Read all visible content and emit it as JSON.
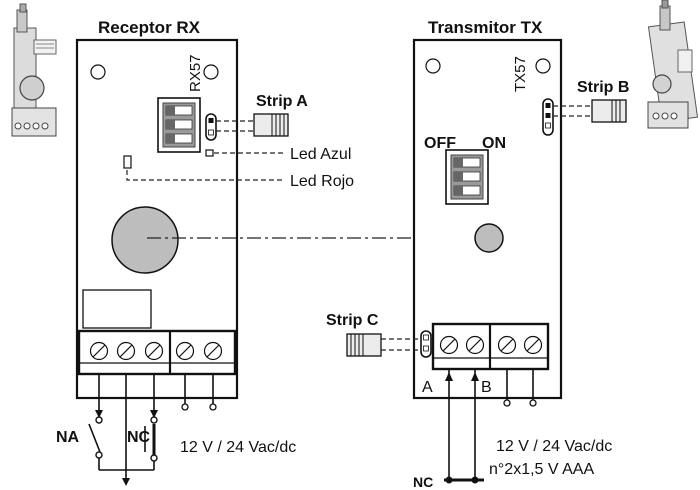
{
  "receiver": {
    "title": "Receptor RX",
    "model": "RX57",
    "led_blue": "Led Azul",
    "led_red": "Led Rojo",
    "contact_na": "NA",
    "contact_nc": "NC",
    "supply": "12 V / 24 Vac/dc"
  },
  "transmitter": {
    "title": "Transmitor TX",
    "model": "TX57",
    "switch_off": "OFF",
    "switch_on": "ON",
    "terminal_a": "A",
    "terminal_b": "B",
    "supply": "12 V / 24 Vac/dc",
    "battery": "n°2x1,5 V AAA",
    "contact_nc": "NC"
  },
  "strips": {
    "a": "Strip A",
    "b": "Strip B",
    "c": "Strip C"
  },
  "colors": {
    "line": "#111111",
    "lens_fill": "#bdbdbd",
    "switch_fill": "#9a9a9a",
    "photo_fill": "#e8e8e8"
  }
}
